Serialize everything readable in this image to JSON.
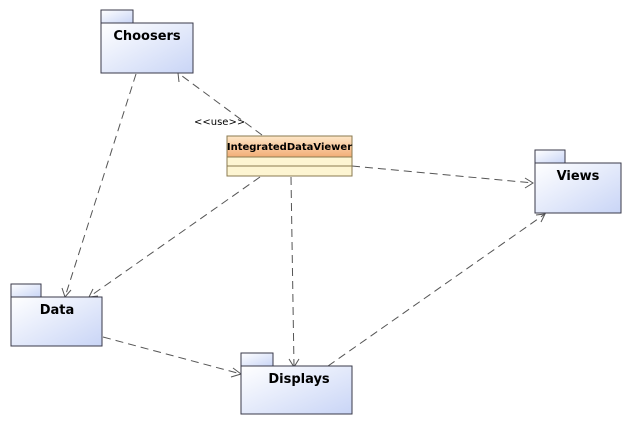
{
  "colors": {
    "package_fill_light": "#ffffff",
    "package_fill_dark": "#cbd6f5",
    "package_stroke": "#3a3a4a",
    "class_fill_top": "#fde0bd",
    "class_fill_bottom": "#f3b07a",
    "class_body_fill": "#fdf7d8",
    "class_stroke": "#8a7a50",
    "dependency_stroke": "#555555"
  },
  "packages": {
    "choosers": {
      "name": "Choosers"
    },
    "views": {
      "name": "Views"
    },
    "data": {
      "name": "Data"
    },
    "displays": {
      "name": "Displays"
    }
  },
  "class_box": {
    "name": "IntegratedDataViewer"
  },
  "dependencies": {
    "use_stereotype": "<<use>>"
  }
}
